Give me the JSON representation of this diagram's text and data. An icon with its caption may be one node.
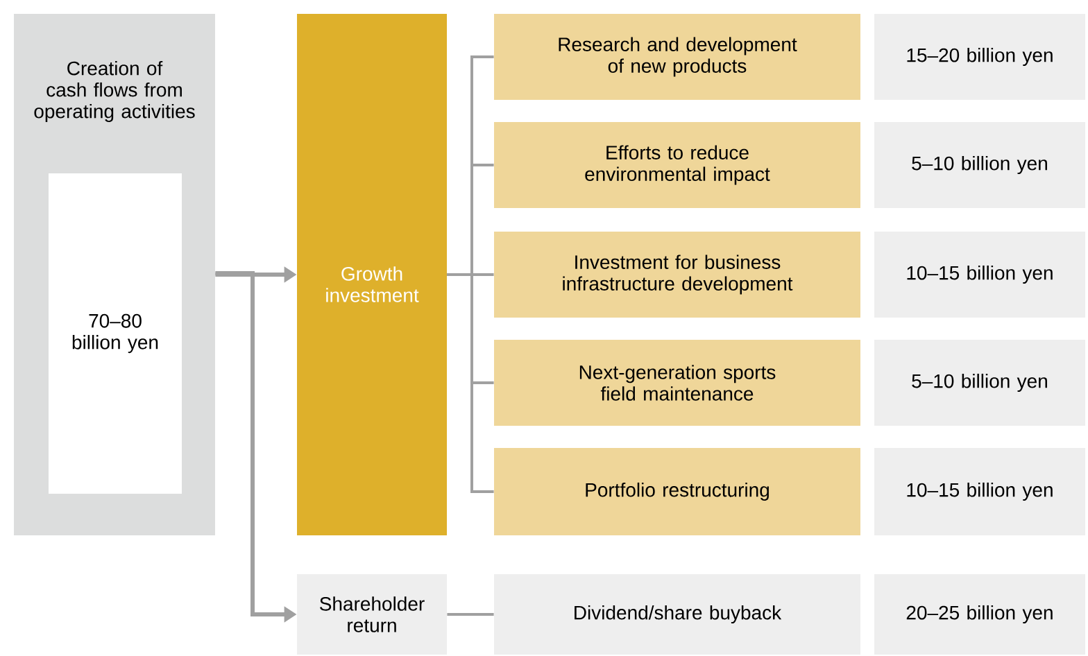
{
  "diagram": {
    "nodes": [
      {
        "text": [
          "Creation of cash flows from operating activities"
        ]
      },
      {
        "text": [
          "70–80 billion yen"
        ],
        "in": 0
      },
      {
        "text": [
          "Growth investment"
        ]
      },
      {
        "text": [
          "Research and development of new products"
        ]
      },
      {
        "text": [
          "Efforts to reduce environmental impact"
        ]
      },
      {
        "text": [
          "Investment for business infrastructure development"
        ]
      },
      {
        "text": [
          "Next-generation sports field maintenance"
        ]
      },
      {
        "text": [
          "Portfolio restructuring"
        ]
      },
      {
        "text": [
          "15–20 billion yen"
        ]
      },
      {
        "text": [
          "5–10 billion yen"
        ]
      },
      {
        "text": [
          "10–15 billion yen"
        ]
      },
      {
        "text": [
          "5–10 billion yen"
        ]
      },
      {
        "text": [
          "10–15 billion yen"
        ]
      },
      {
        "text": [
          "Shareholder return"
        ]
      },
      {
        "text": [
          "Dividend/share buyback"
        ]
      },
      {
        "text": [
          "20–25 billion yen"
        ]
      }
    ],
    "edges": [
      {
        "from": 0,
        "to": 2,
        "arrow": "to"
      },
      {
        "from": 0,
        "to": 13,
        "arrow": "to"
      },
      {
        "from": 2,
        "to": 3,
        "arrow": "none"
      },
      {
        "from": 2,
        "to": 4,
        "arrow": "none"
      },
      {
        "from": 2,
        "to": 5,
        "arrow": "none"
      },
      {
        "from": 2,
        "to": 6,
        "arrow": "none"
      },
      {
        "from": 2,
        "to": 7,
        "arrow": "none"
      },
      {
        "from": 13,
        "to": 14,
        "arrow": "none"
      }
    ]
  }
}
